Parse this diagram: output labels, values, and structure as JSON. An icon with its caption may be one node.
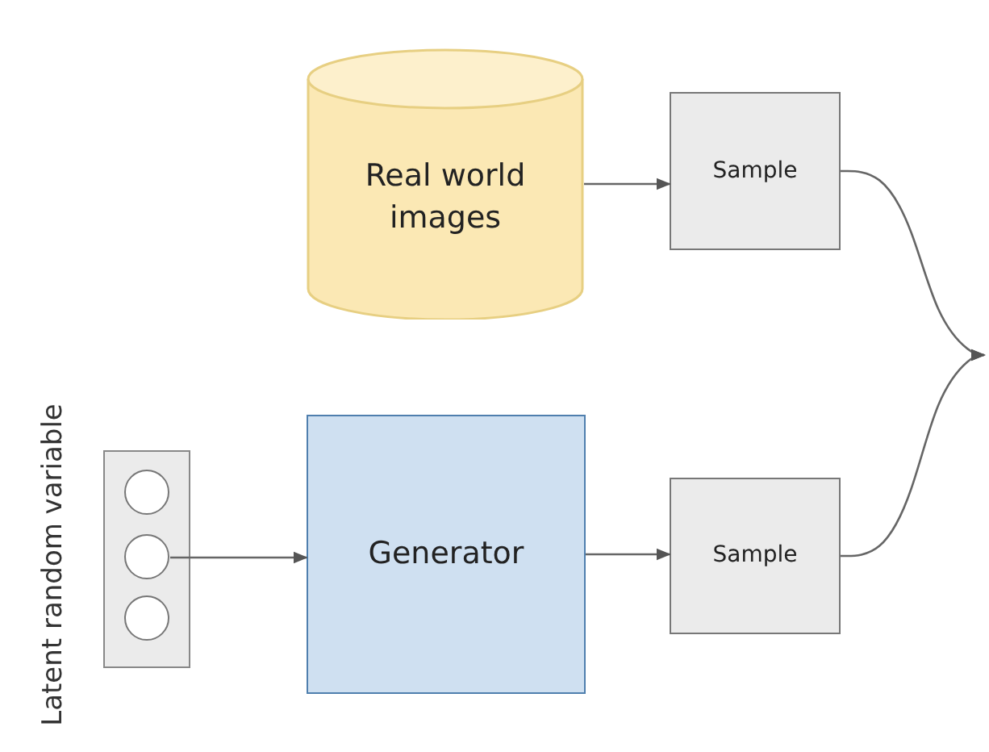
{
  "diagram": {
    "nodes": [
      {
        "text": [
          "Real world images"
        ]
      },
      {
        "text": [
          "Sample"
        ]
      },
      {
        "text": [],
        "shape": "box",
        "beside": [
          "Latent random variable"
        ]
      },
      {
        "text": [],
        "shape": "circle",
        "in": 2
      },
      {
        "text": [],
        "shape": "circle",
        "in": 2
      },
      {
        "text": [],
        "shape": "circle",
        "in": 2
      },
      {
        "text": [
          "Generator"
        ]
      },
      {
        "text": [
          "Sample"
        ]
      }
    ],
    "edges": [
      {
        "from": 0,
        "to": 1,
        "arrow": "to"
      },
      {
        "from": 4,
        "to": 6,
        "arrow": "to"
      },
      {
        "from": 6,
        "to": 7,
        "arrow": "to"
      },
      {
        "from": 1,
        "to": null,
        "arrow": "to"
      },
      {
        "from": 7,
        "to": null,
        "arrow": "to"
      }
    ]
  }
}
